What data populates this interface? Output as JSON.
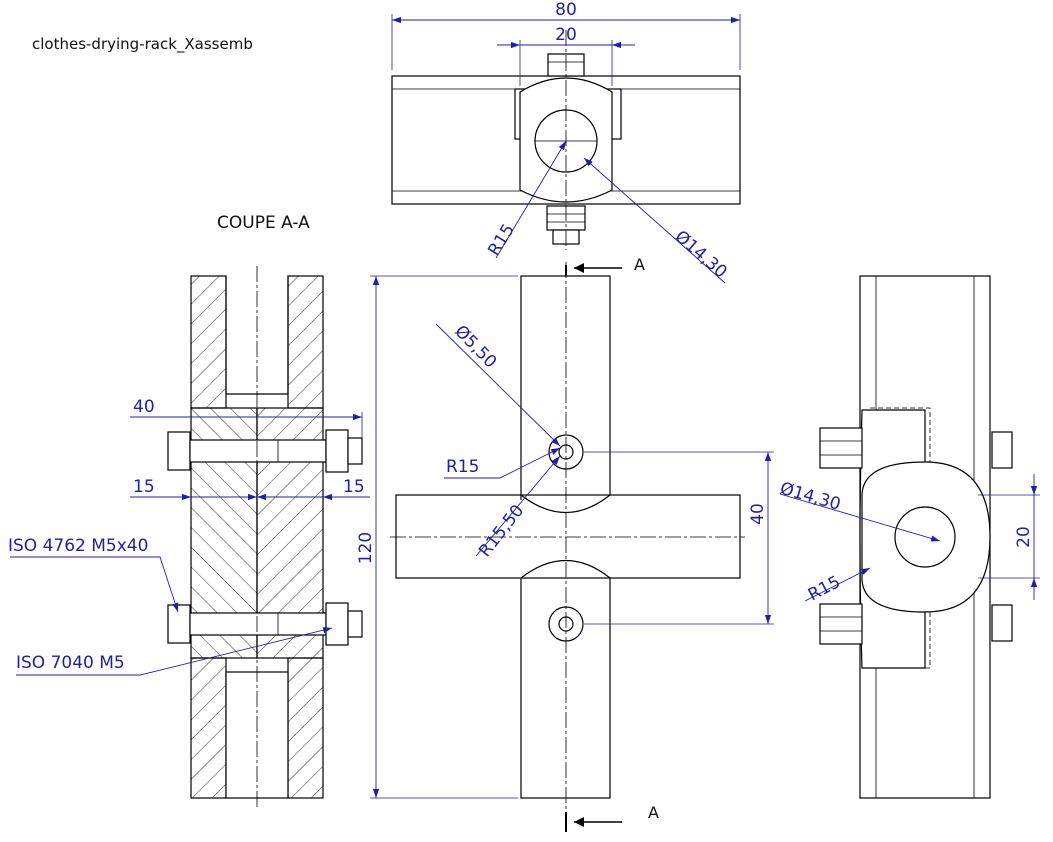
{
  "drawing": {
    "file_name": "clothes-drying-rack_Xassemb",
    "section_title": "COUPE A-A",
    "section_marker": "A",
    "dimensions": {
      "top_overall": "80",
      "top_bore_width": "20",
      "top_radius": "R15",
      "top_diameter": "14,30",
      "section_40": "40",
      "section_15_left": "15",
      "section_15_right": "15",
      "front_height": "120",
      "front_hole_diameter": "5,50",
      "front_radius": "R15",
      "front_radius_2": "R15,50",
      "front_spacing": "40",
      "side_diameter": "14,30",
      "side_width": "20",
      "side_radius": "R15"
    },
    "callouts": {
      "screw": "ISO 4762 M5x40",
      "nut": "ISO 7040 M5"
    },
    "diameter_symbol": "Ø"
  }
}
